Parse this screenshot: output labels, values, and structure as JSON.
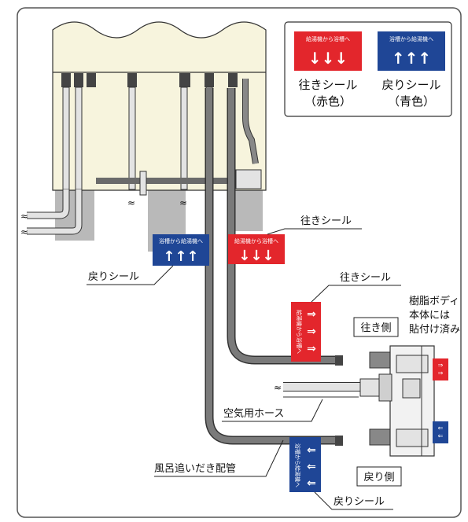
{
  "legend": {
    "red_tag_text": "給湯機から浴槽へ",
    "blue_tag_text": "浴槽から給湯機へ",
    "outgoing_title": "往きシール",
    "outgoing_sub": "（赤色）",
    "return_title": "戻りシール",
    "return_sub": "（青色）"
  },
  "tags": {
    "red_text": "給湯機から浴槽へ",
    "blue_text": "浴槽から給湯機へ"
  },
  "labels": {
    "return_seal_top": "戻りシール",
    "outgoing_seal_top": "往きシール",
    "outgoing_seal_mid": "往きシール",
    "resin_body_1": "樹脂ボディ",
    "resin_body_2": "本体には",
    "resin_body_3": "貼付け済み",
    "outgoing_side": "往き側",
    "air_hose": "空気用ホース",
    "bath_pipe": "風呂追いだき配管",
    "return_side": "戻り側",
    "return_seal_bottom": "戻りシール"
  },
  "colors": {
    "red": "#e3262c",
    "blue": "#1f4696",
    "heater": "#f7f4dd",
    "pipe_dark": "#6b6b6b",
    "pipe_light": "#dcdcdc"
  }
}
